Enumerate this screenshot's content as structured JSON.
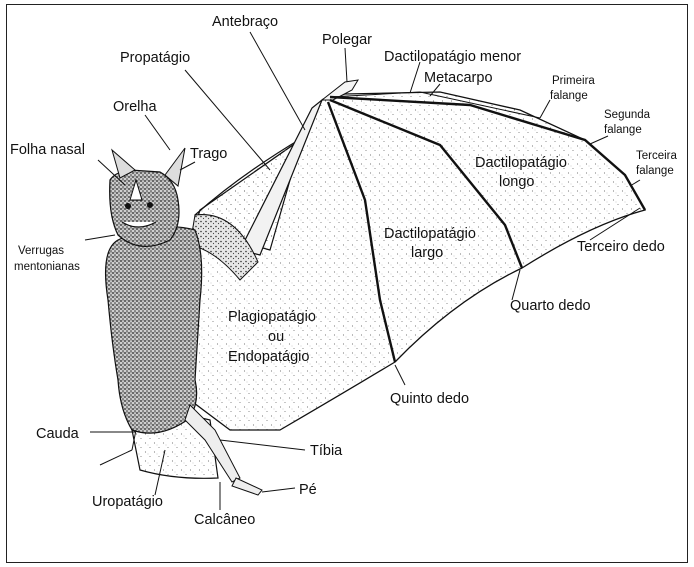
{
  "labels": {
    "antebraco": "Antebraço",
    "polegar": "Polegar",
    "propatagio": "Propatágio",
    "dactilo_menor": "Dactilopatágio menor",
    "metacarpo": "Metacarpo",
    "primeira_1": "Primeira",
    "primeira_2": "falange",
    "segunda_1": "Segunda",
    "segunda_2": "falange",
    "terceira_1": "Terceira",
    "terceira_2": "falange",
    "orelha": "Orelha",
    "folha_nasal": "Folha nasal",
    "trago": "Trago",
    "dactilo_longo_1": "Dactilopatágio",
    "dactilo_longo_2": "longo",
    "dactilo_largo_1": "Dactilopatágio",
    "dactilo_largo_2": "largo",
    "verrugas_1": "Verrugas",
    "verrugas_2": "mentonianas",
    "terceiro_dedo": "Terceiro dedo",
    "quarto_dedo": "Quarto dedo",
    "plagio_1": "Plagiopatágio",
    "plagio_2": "ou",
    "plagio_3": "Endopatágio",
    "quinto_dedo": "Quinto dedo",
    "cauda": "Cauda",
    "tibia": "Tíbia",
    "uropatagio": "Uropatágio",
    "pe": "Pé",
    "calcaneo": "Calcâneo"
  }
}
